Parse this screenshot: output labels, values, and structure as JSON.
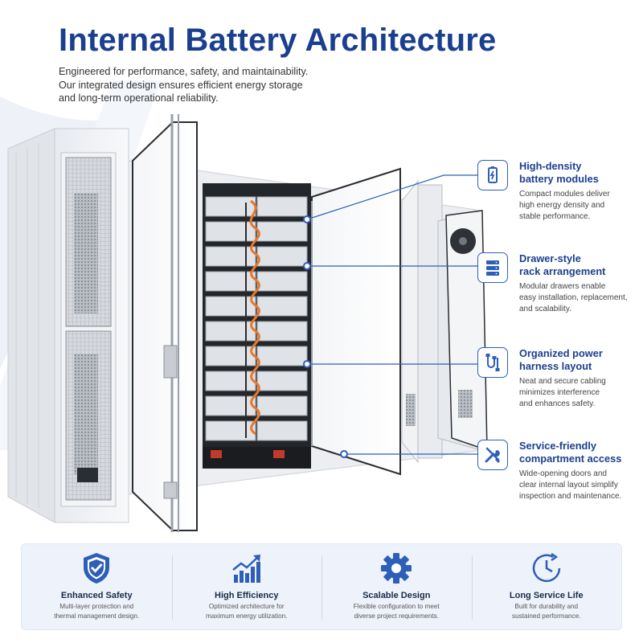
{
  "header": {
    "title": "Internal Battery Architecture",
    "subtitle_lines": [
      "Engineered for performance, safety, and maintainability.",
      "Our integrated design ensures efficient energy storage",
      "and long-term operational reliability."
    ]
  },
  "features": [
    {
      "icon": "battery-icon",
      "title_lines": [
        "High-density",
        "battery modules"
      ],
      "desc_lines": [
        "Compact modules deliver",
        "high energy density and",
        "stable performance."
      ]
    },
    {
      "icon": "server-rack-icon",
      "title_lines": [
        "Drawer-style",
        "rack arrangement"
      ],
      "desc_lines": [
        "Modular drawers enable",
        "easy installation, replacement,",
        "and scalability."
      ]
    },
    {
      "icon": "cable-harness-icon",
      "title_lines": [
        "Organized power",
        "harness layout"
      ],
      "desc_lines": [
        "Neat and secure cabling",
        "minimizes interference",
        "and enhances safety."
      ]
    },
    {
      "icon": "tools-icon",
      "title_lines": [
        "Service-friendly",
        "compartment access"
      ],
      "desc_lines": [
        "Wide-opening doors and",
        "clear internal layout simplify",
        "inspection and maintenance."
      ]
    }
  ],
  "bottom": [
    {
      "icon": "shield-check-icon",
      "title": "Enhanced Safety",
      "desc_lines": [
        "Multi-layer protection and",
        "thermal management design."
      ]
    },
    {
      "icon": "bar-chart-growth-icon",
      "title": "High Efficiency",
      "desc_lines": [
        "Optimized architecture for",
        "maximum energy utilization."
      ]
    },
    {
      "icon": "gear-icon",
      "title": "Scalable Design",
      "desc_lines": [
        "Flexible configuration to meet",
        "diverse project requirements."
      ]
    },
    {
      "icon": "clock-icon",
      "title": "Long Service Life",
      "desc_lines": [
        "Built for durability and",
        "sustained performance."
      ]
    }
  ],
  "colors": {
    "primary": "#1b3f8f",
    "accent": "#2e5fb8",
    "panel_bg": "#eef3fb",
    "battery_orange": "#e8782a"
  }
}
